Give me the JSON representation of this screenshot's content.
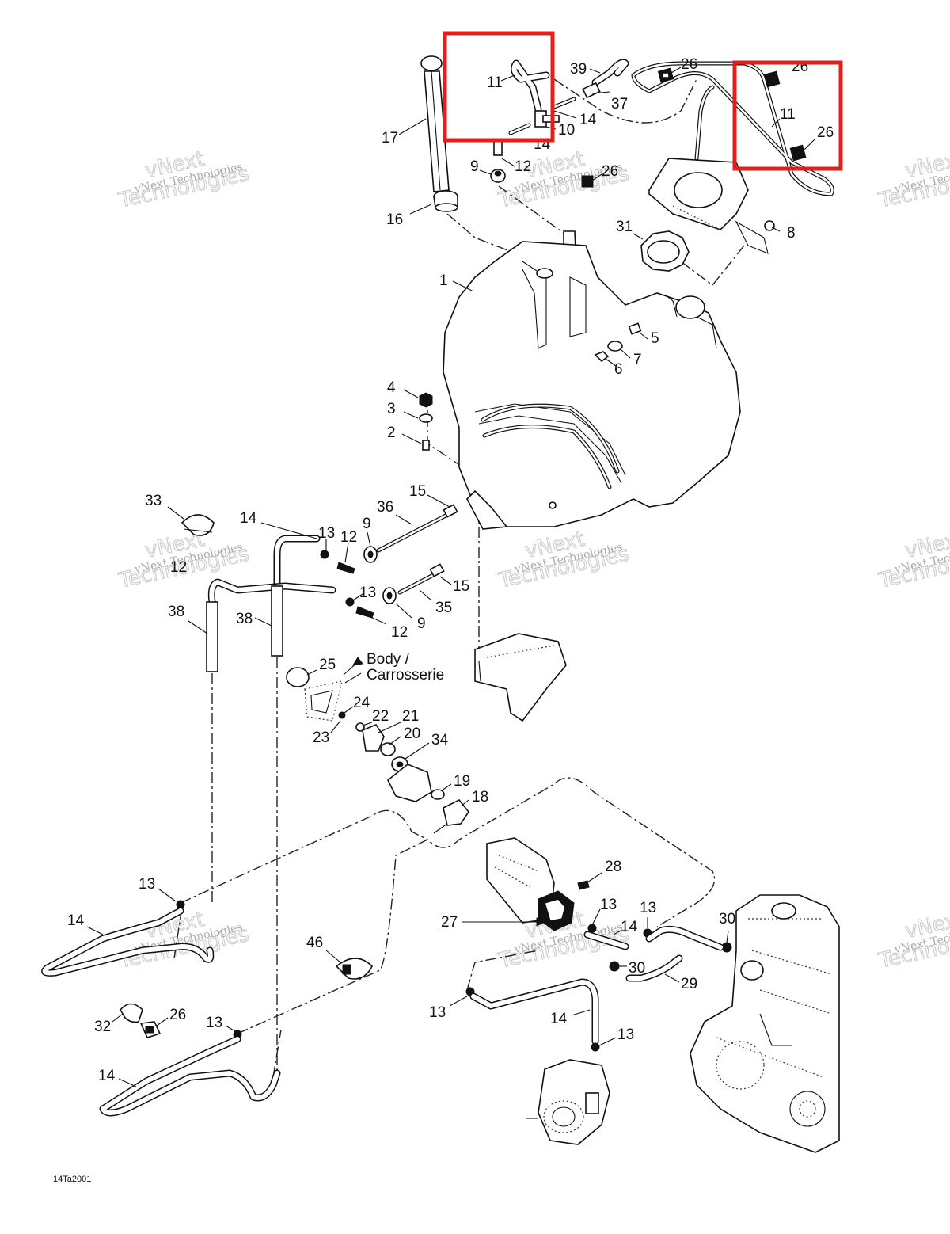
{
  "diagram": {
    "drawing_code": "14Ta2001",
    "body_label_line1": "Body /",
    "body_label_line2": "Carrosserie",
    "watermark_line1": "vNext",
    "watermark_line2": "Technologies",
    "watermark_small": "vNext Technologies",
    "highlight_color": "#e0201f",
    "callouts": [
      {
        "id": "c17",
        "text": "17"
      },
      {
        "id": "c11a",
        "text": "11"
      },
      {
        "id": "c14a",
        "text": "14"
      },
      {
        "id": "c10",
        "text": "10"
      },
      {
        "id": "c14b",
        "text": "14"
      },
      {
        "id": "c9a",
        "text": "9"
      },
      {
        "id": "c12a",
        "text": "12"
      },
      {
        "id": "c39",
        "text": "39"
      },
      {
        "id": "c37",
        "text": "37"
      },
      {
        "id": "c26a",
        "text": "26"
      },
      {
        "id": "c26b",
        "text": "26"
      },
      {
        "id": "c11b",
        "text": "11"
      },
      {
        "id": "c26c",
        "text": "26"
      },
      {
        "id": "c26d",
        "text": "26"
      },
      {
        "id": "c16",
        "text": "16"
      },
      {
        "id": "c31",
        "text": "31"
      },
      {
        "id": "c8",
        "text": "8"
      },
      {
        "id": "c1",
        "text": "1"
      },
      {
        "id": "c5",
        "text": "5"
      },
      {
        "id": "c7",
        "text": "7"
      },
      {
        "id": "c6",
        "text": "6"
      },
      {
        "id": "c4",
        "text": "4"
      },
      {
        "id": "c3",
        "text": "3"
      },
      {
        "id": "c2",
        "text": "2"
      },
      {
        "id": "c33",
        "text": "33"
      },
      {
        "id": "c15a",
        "text": "15"
      },
      {
        "id": "c14c",
        "text": "14"
      },
      {
        "id": "c36",
        "text": "36"
      },
      {
        "id": "c13a",
        "text": "13"
      },
      {
        "id": "c12b",
        "text": "12"
      },
      {
        "id": "c9b",
        "text": "9"
      },
      {
        "id": "c12c",
        "text": "12"
      },
      {
        "id": "c15b",
        "text": "15"
      },
      {
        "id": "c13b",
        "text": "13"
      },
      {
        "id": "c35",
        "text": "35"
      },
      {
        "id": "c12d",
        "text": "12"
      },
      {
        "id": "c9c",
        "text": "9"
      },
      {
        "id": "c38a",
        "text": "38"
      },
      {
        "id": "c38b",
        "text": "38"
      },
      {
        "id": "c25",
        "text": "25"
      },
      {
        "id": "c24",
        "text": "24"
      },
      {
        "id": "c22",
        "text": "22"
      },
      {
        "id": "c21",
        "text": "21"
      },
      {
        "id": "c23",
        "text": "23"
      },
      {
        "id": "c20",
        "text": "20"
      },
      {
        "id": "c34",
        "text": "34"
      },
      {
        "id": "c19",
        "text": "19"
      },
      {
        "id": "c18",
        "text": "18"
      },
      {
        "id": "c13c",
        "text": "13"
      },
      {
        "id": "c14d",
        "text": "14"
      },
      {
        "id": "c28",
        "text": "28"
      },
      {
        "id": "c13d",
        "text": "13"
      },
      {
        "id": "c13e",
        "text": "13"
      },
      {
        "id": "c27",
        "text": "27"
      },
      {
        "id": "c14e",
        "text": "14"
      },
      {
        "id": "c30a",
        "text": "30"
      },
      {
        "id": "c30b",
        "text": "30"
      },
      {
        "id": "c29",
        "text": "29"
      },
      {
        "id": "c46",
        "text": "46"
      },
      {
        "id": "c32",
        "text": "32"
      },
      {
        "id": "c26e",
        "text": "26"
      },
      {
        "id": "c13f",
        "text": "13"
      },
      {
        "id": "c13g",
        "text": "13"
      },
      {
        "id": "c14f",
        "text": "14"
      },
      {
        "id": "c13h",
        "text": "13"
      },
      {
        "id": "c14g",
        "text": "14"
      }
    ]
  }
}
